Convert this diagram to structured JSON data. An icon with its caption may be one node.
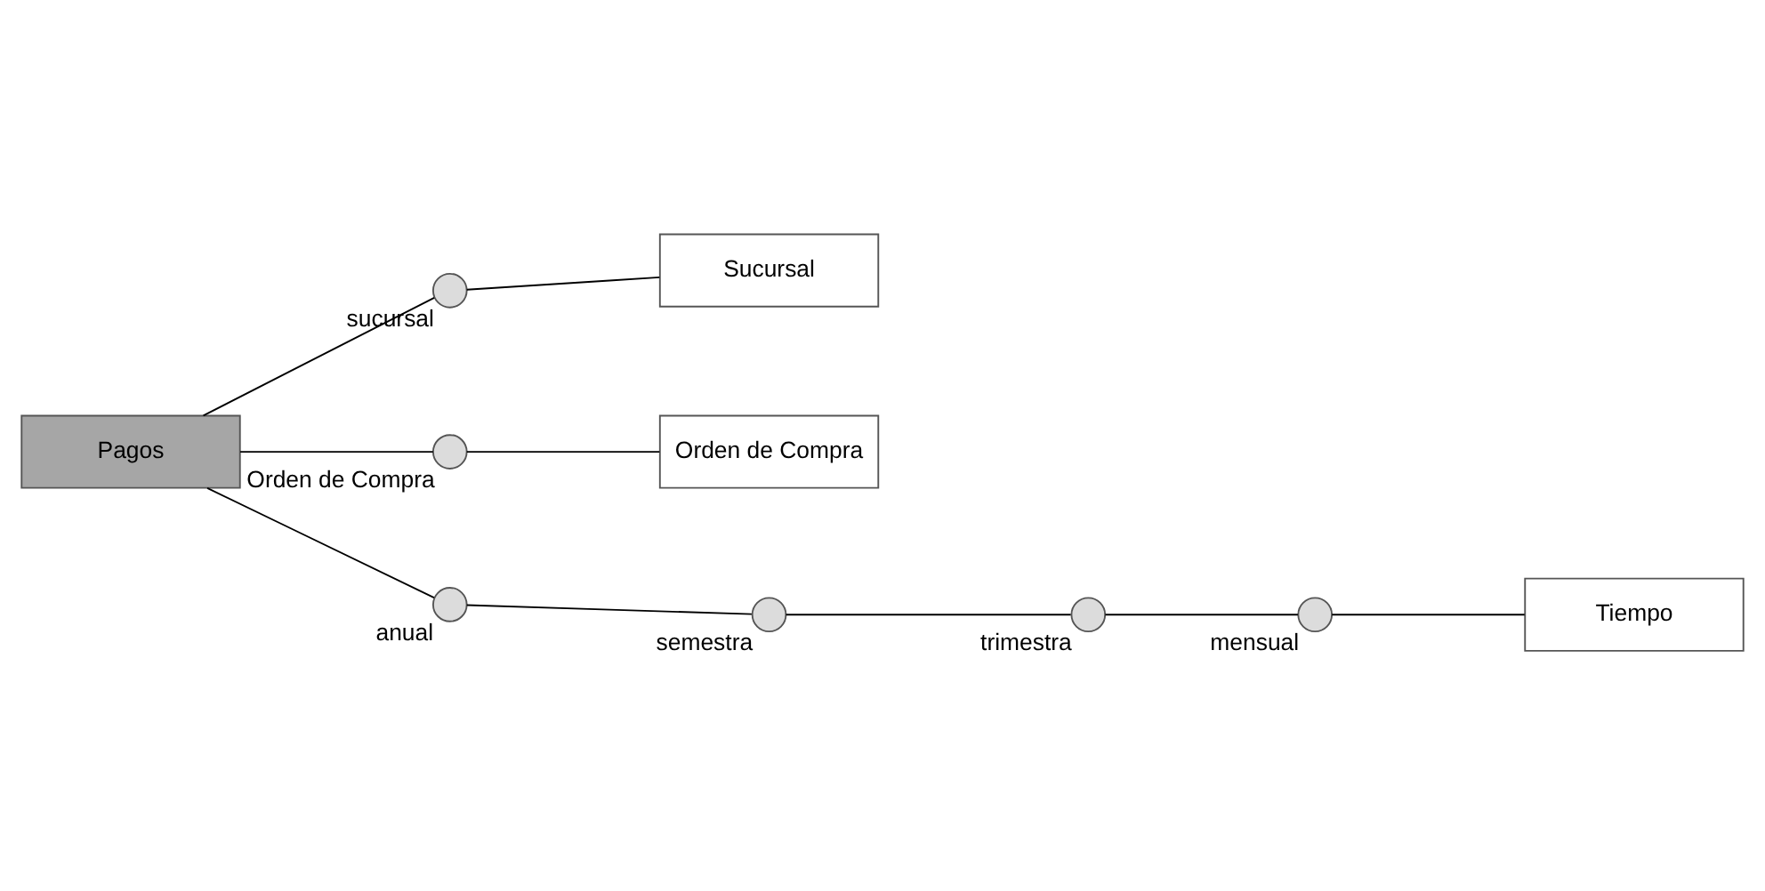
{
  "diagram": {
    "nodes": [
      {
        "text": [
          "Pagos"
        ]
      },
      {
        "text": [],
        "shape": "circle",
        "beside": [
          "sucursal"
        ]
      },
      {
        "text": [
          "Sucursal"
        ]
      },
      {
        "text": [],
        "shape": "circle",
        "beside": [
          "Orden de Compra"
        ]
      },
      {
        "text": [
          "Orden de Compra"
        ]
      },
      {
        "text": [],
        "shape": "circle",
        "beside": [
          "anual"
        ]
      },
      {
        "text": [],
        "shape": "circle",
        "beside": [
          "semestra"
        ]
      },
      {
        "text": [],
        "shape": "circle",
        "beside": [
          "trimestra"
        ]
      },
      {
        "text": [],
        "shape": "circle",
        "beside": [
          "mensual"
        ]
      },
      {
        "text": [
          "Tiempo"
        ]
      }
    ],
    "edges": [
      {
        "from": 0,
        "to": 1,
        "arrow": "none"
      },
      {
        "from": 1,
        "to": 2,
        "arrow": "none"
      },
      {
        "from": 0,
        "to": 3,
        "arrow": "none"
      },
      {
        "from": 3,
        "to": 4,
        "arrow": "none"
      },
      {
        "from": 0,
        "to": 5,
        "arrow": "none"
      },
      {
        "from": 5,
        "to": 6,
        "arrow": "none"
      },
      {
        "from": 6,
        "to": 7,
        "arrow": "none"
      },
      {
        "from": 7,
        "to": 8,
        "arrow": "none"
      },
      {
        "from": 8,
        "to": 9,
        "arrow": "none"
      }
    ]
  }
}
